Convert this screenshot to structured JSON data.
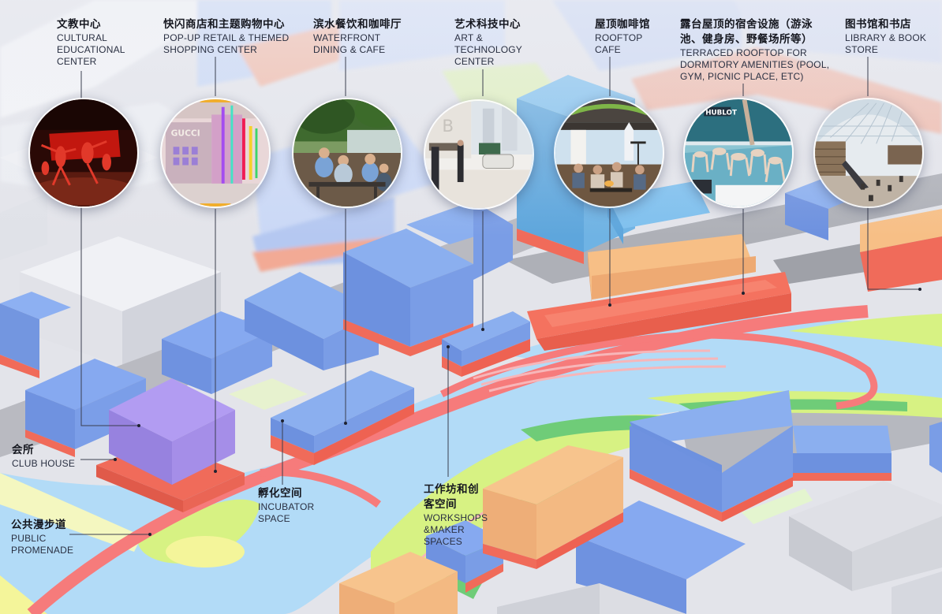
{
  "diagram": {
    "type": "isometric urban program diagram",
    "colors": {
      "water": "#b3dcf7",
      "promenade": "#f67b7b",
      "green_light": "#d9f58a",
      "green_dark": "#6fcc78",
      "building_blue": "#7fa6ee",
      "building_sky": "#6fb6e8",
      "building_purple": "#a894ea",
      "building_orange": "#f7bf86",
      "podium_red": "#f06b5a",
      "building_grey": "#d6d8e0",
      "road_grey": "#a9abb2"
    }
  },
  "top_callouts": [
    {
      "id": "cultural",
      "zh": "文教中心",
      "en": [
        "CULTURAL",
        "EDUCATIONAL",
        "CENTER"
      ],
      "photo": "dance-performance"
    },
    {
      "id": "popup",
      "zh": "快闪商店和主题购物中心",
      "en": [
        "POP-UP RETAIL & THEMED",
        "SHOPPING CENTER"
      ],
      "photo": "gucci-storefront"
    },
    {
      "id": "dining",
      "zh": "滨水餐饮和咖啡厅",
      "en": [
        "WATERFRONT",
        "DINING & CAFE"
      ],
      "photo": "waterfront-terrace"
    },
    {
      "id": "art",
      "zh": "艺术科技中心",
      "en": [
        "ART &",
        "TECHNOLOGY",
        "CENTER"
      ],
      "photo": "tech-showroom"
    },
    {
      "id": "rooftop_cafe",
      "zh": "屋顶咖啡馆",
      "en": [
        "ROOFTOP",
        "CAFE"
      ],
      "photo": "rooftop-bar"
    },
    {
      "id": "terraced",
      "zh": "露台屋顶的宿舍设施（游泳池、健身房、野餐场所等）",
      "zh_lines": [
        "露台屋顶的宿舍设施（游泳",
        "池、健身房、野餐场所等）"
      ],
      "en": [
        "TERRACED ROOFTOP FOR",
        "DORMITORY AMENITIES (POOL,",
        "GYM, PICNIC PLACE, ETC)"
      ],
      "photo": "outdoor-yoga"
    },
    {
      "id": "library",
      "zh": "图书馆和书店",
      "en": [
        "LIBRARY & BOOK",
        "STORE"
      ],
      "photo": "library-atrium"
    }
  ],
  "side_callouts": [
    {
      "id": "clubhouse",
      "zh": "会所",
      "en": [
        "CLUB HOUSE"
      ]
    },
    {
      "id": "promenade",
      "zh": "公共漫步道",
      "en": [
        "PUBLIC",
        "PROMENADE"
      ]
    },
    {
      "id": "incubator",
      "zh": "孵化空间",
      "en": [
        "INCUBATOR",
        "SPACE"
      ]
    },
    {
      "id": "workshops",
      "zh_lines": [
        "工作坊和创",
        "客空间"
      ],
      "zh": "工作坊和创客空间",
      "en": [
        "WORKSHOPS",
        "&MAKER",
        "SPACES"
      ]
    }
  ]
}
